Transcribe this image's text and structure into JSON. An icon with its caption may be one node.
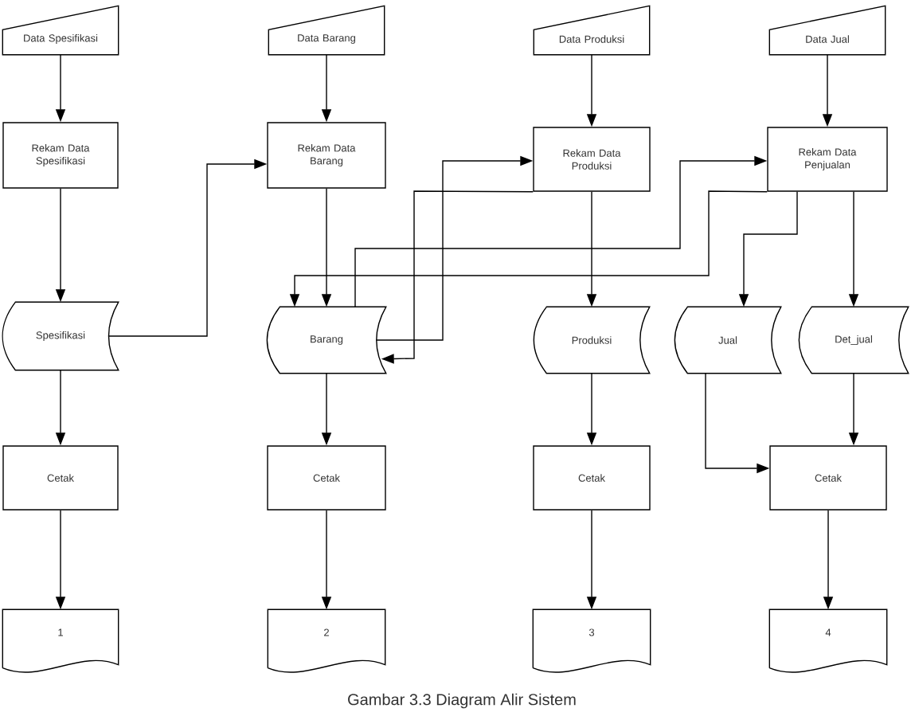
{
  "diagram": {
    "caption": "Gambar 3.3 Diagram Alir Sistem",
    "nodes": [
      {
        "text": [
          "Data Spesifikasi"
        ]
      },
      {
        "text": [
          "Data Barang"
        ]
      },
      {
        "text": [
          "Data Produksi"
        ]
      },
      {
        "text": [
          "Data Jual"
        ]
      },
      {
        "text": [
          "Rekam Data Spesifikasi"
        ]
      },
      {
        "text": [
          "Rekam Data Barang"
        ]
      },
      {
        "text": [
          "Rekam Data Produksi"
        ]
      },
      {
        "text": [
          "Rekam Data Penjualan"
        ]
      },
      {
        "text": [
          "Spesifikasi"
        ]
      },
      {
        "text": [
          "Barang"
        ]
      },
      {
        "text": [
          "Produksi"
        ]
      },
      {
        "text": [
          "Jual"
        ]
      },
      {
        "text": [
          "Det_jual"
        ]
      },
      {
        "text": [
          "Cetak"
        ]
      },
      {
        "text": [
          "Cetak"
        ]
      },
      {
        "text": [
          "Cetak"
        ]
      },
      {
        "text": [
          "Cetak"
        ]
      },
      {
        "text": [
          "1"
        ]
      },
      {
        "text": [
          "2"
        ]
      },
      {
        "text": [
          "3"
        ]
      },
      {
        "text": [
          "4"
        ]
      }
    ],
    "edges": [
      {
        "from": 0,
        "to": 4,
        "arrow": "to"
      },
      {
        "from": 1,
        "to": 5,
        "arrow": "to"
      },
      {
        "from": 2,
        "to": 6,
        "arrow": "to"
      },
      {
        "from": 3,
        "to": 7,
        "arrow": "to"
      },
      {
        "from": 4,
        "to": 8,
        "arrow": "to"
      },
      {
        "from": 5,
        "to": 9,
        "arrow": "to"
      },
      {
        "from": 6,
        "to": 10,
        "arrow": "to"
      },
      {
        "from": 8,
        "to": 5,
        "arrow": "to"
      },
      {
        "from": 9,
        "to": 6,
        "arrow": "to"
      },
      {
        "from": 6,
        "to": 9,
        "arrow": "to"
      },
      {
        "from": 9,
        "to": 7,
        "arrow": "to"
      },
      {
        "from": 7,
        "to": 9,
        "arrow": "to"
      },
      {
        "from": 7,
        "to": 11,
        "arrow": "to"
      },
      {
        "from": 7,
        "to": 12,
        "arrow": "to"
      },
      {
        "from": 8,
        "to": 13,
        "arrow": "to"
      },
      {
        "from": 9,
        "to": 14,
        "arrow": "to"
      },
      {
        "from": 10,
        "to": 15,
        "arrow": "to"
      },
      {
        "from": 11,
        "to": 16,
        "arrow": "to"
      },
      {
        "from": 12,
        "to": 16,
        "arrow": "to"
      },
      {
        "from": 13,
        "to": 17,
        "arrow": "to"
      },
      {
        "from": 14,
        "to": 18,
        "arrow": "to"
      },
      {
        "from": 15,
        "to": 19,
        "arrow": "to"
      },
      {
        "from": 16,
        "to": 20,
        "arrow": "to"
      }
    ]
  }
}
